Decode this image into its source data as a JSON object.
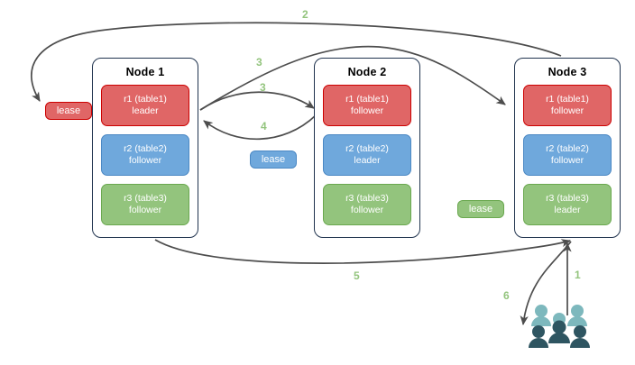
{
  "diagram": {
    "title": "raft-lease-nodes-diagram",
    "colors": {
      "red": "#e06666",
      "red_border": "#cc0000",
      "blue": "#6fa8dc",
      "blue_border": "#4b88c4",
      "green": "#93c47d",
      "green_border": "#6aa84f",
      "node_border": "#21344f",
      "edge": "#4d4d4d",
      "step_label": "#93c47d",
      "users_light": "#7db8bd",
      "users_dark": "#2e5561"
    },
    "nodes": [
      {
        "title": "Node 1",
        "replicas": [
          {
            "name": "r1 (table1)",
            "role": "leader",
            "color": "red"
          },
          {
            "name": "r2 (table2)",
            "role": "follower",
            "color": "blue"
          },
          {
            "name": "r3 (table3)",
            "role": "follower",
            "color": "green"
          }
        ]
      },
      {
        "title": "Node 2",
        "replicas": [
          {
            "name": "r1 (table1)",
            "role": "follower",
            "color": "red"
          },
          {
            "name": "r2 (table2)",
            "role": "leader",
            "color": "blue"
          },
          {
            "name": "r3 (table3)",
            "role": "follower",
            "color": "green"
          }
        ]
      },
      {
        "title": "Node 3",
        "replicas": [
          {
            "name": "r1 (table1)",
            "role": "follower",
            "color": "red"
          },
          {
            "name": "r2 (table2)",
            "role": "follower",
            "color": "blue"
          },
          {
            "name": "r3 (table3)",
            "role": "leader",
            "color": "green"
          }
        ]
      }
    ],
    "leases": [
      {
        "label": "lease",
        "color": "red"
      },
      {
        "label": "lease",
        "color": "blue"
      },
      {
        "label": "lease",
        "color": "green"
      }
    ],
    "step_labels": [
      "1",
      "2",
      "3",
      "3",
      "4",
      "5",
      "6"
    ],
    "icons": {
      "users": "users-icon"
    }
  }
}
